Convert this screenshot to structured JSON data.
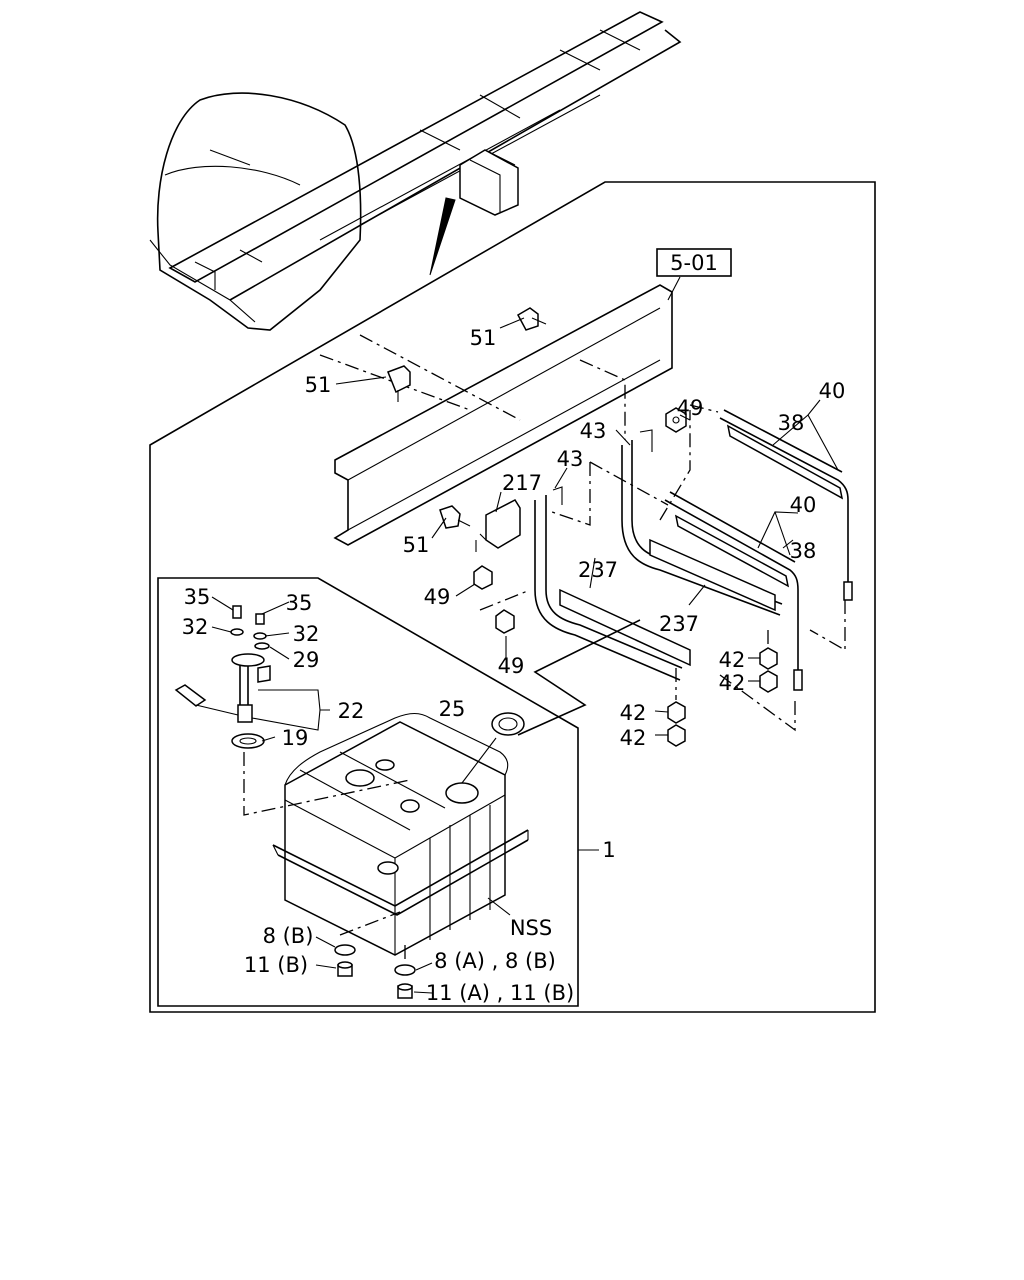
{
  "ref_box": "5-01",
  "labels": {
    "p51a": "51",
    "p51b": "51",
    "p51c": "51",
    "p49a": "49",
    "p49b": "49",
    "p49c": "49",
    "p40a": "40",
    "p40b": "40",
    "p38a": "38",
    "p38b": "38",
    "p43a": "43",
    "p43b": "43",
    "p217": "217",
    "p237a": "237",
    "p237b": "237",
    "p42a": "42",
    "p42b": "42",
    "p42c": "42",
    "p42d": "42",
    "p35a": "35",
    "p35b": "35",
    "p32a": "32",
    "p32b": "32",
    "p29": "29",
    "p22": "22",
    "p19": "19",
    "p25": "25",
    "p1": "1",
    "nss": "NSS",
    "p8b": "8 (B)",
    "p11b": "11 (B)",
    "p8ab": "8 (A) , 8 (B)",
    "p11ab": "11 (A) , 11 (B)"
  }
}
